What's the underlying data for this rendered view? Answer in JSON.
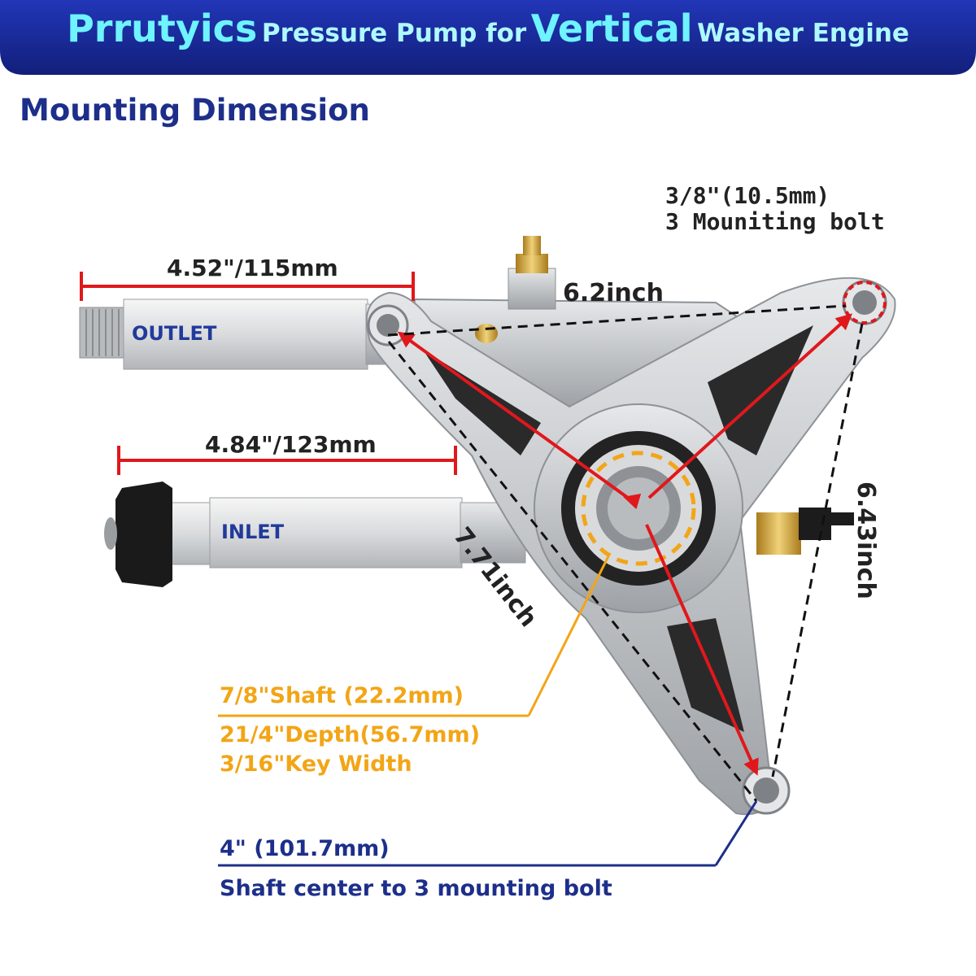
{
  "header": {
    "brand": "Prrutyics",
    "part1": "Pressure Pump for",
    "highlight": "Vertical",
    "part2": "Washer Engine"
  },
  "subtitle": "Mounting Dimension",
  "labels": {
    "outlet": "OUTLET",
    "inlet": "INLET"
  },
  "dimensions": {
    "outlet_length": "4.52\"/115mm",
    "inlet_length": "4.84\"/123mm",
    "bolt_spacing_top": "6.2inch",
    "bolt_spacing_diagonal": "7.71inch",
    "bolt_spacing_right": "6.43inch",
    "bolt_size": "3/8\"(10.5mm)",
    "bolt_count": "3 Mouniting bolt",
    "shaft_diameter": "7/8\"Shaft (22.2mm)",
    "shaft_depth": "21/4\"Depth(56.7mm)",
    "key_width": "3/16\"Key Width",
    "center_to_bolt": "4\" (101.7mm)",
    "center_to_bolt_desc": "Shaft center to 3 mounting bolt"
  },
  "colors": {
    "banner": "#1a2a9c",
    "accent_cyan": "#6ef3ff",
    "title_navy": "#1d2f8a",
    "dimension_red": "#e0181c",
    "shaft_orange": "#f2a516",
    "pump_body": "#c6c8ca"
  },
  "icons": [
    "pump-illustration",
    "arrow-icon"
  ]
}
